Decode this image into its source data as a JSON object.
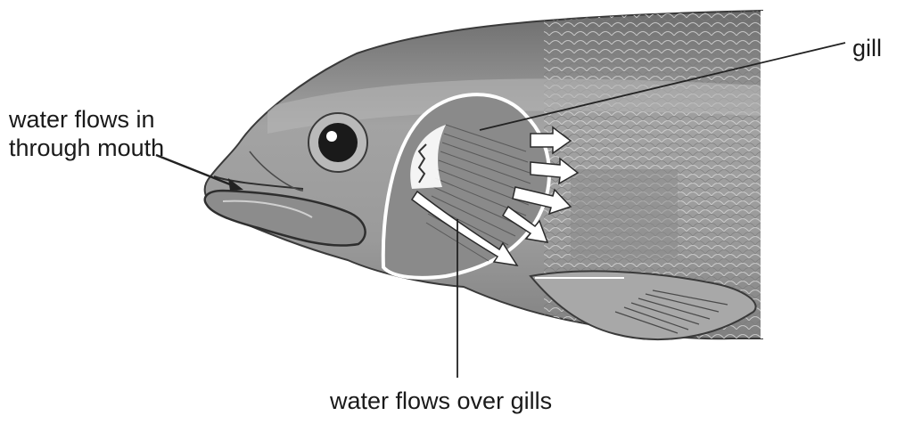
{
  "labels": {
    "mouth": "water flows in through mouth",
    "gill": "gill",
    "over_gills": "water flows over gills"
  },
  "colors": {
    "body": "#9a9a9a",
    "body_dark": "#5e5e5e",
    "belly": "#c4c4c4",
    "outline": "#3a3a3a",
    "arrow": "#ffffff",
    "leader": "#222222",
    "text": "#1a1a1a"
  }
}
